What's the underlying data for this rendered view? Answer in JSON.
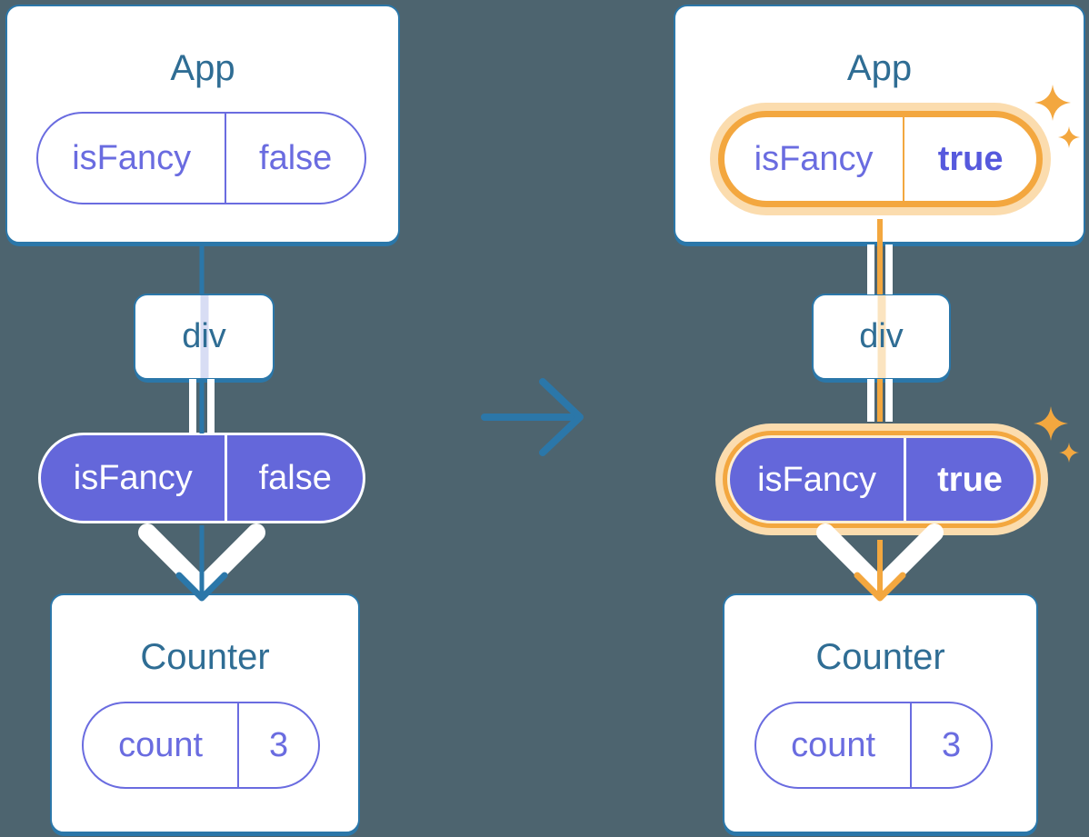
{
  "colors": {
    "background": "#4d646f",
    "teal": "#2b77a9",
    "teal-text": "#2f6d94",
    "purple": "#6a6ce0",
    "purple-bold": "#5659dd",
    "purple-fill": "#6467da",
    "orange": "#f3a73f",
    "orange-glow": "#fbdcae",
    "lavender-stripe": "#d8ddf4",
    "orange-stripe": "#fbe4c0",
    "white": "#ffffff"
  },
  "before": {
    "app": {
      "title": "App",
      "prop_name": "isFancy",
      "prop_value": "false"
    },
    "container": {
      "title": "div"
    },
    "passed_prop": {
      "name": "isFancy",
      "value": "false"
    },
    "counter": {
      "title": "Counter",
      "state_name": "count",
      "state_value": "3"
    }
  },
  "after": {
    "app": {
      "title": "App",
      "prop_name": "isFancy",
      "prop_value": "true"
    },
    "container": {
      "title": "div"
    },
    "passed_prop": {
      "name": "isFancy",
      "value": "true"
    },
    "counter": {
      "title": "Counter",
      "state_name": "count",
      "state_value": "3"
    }
  }
}
